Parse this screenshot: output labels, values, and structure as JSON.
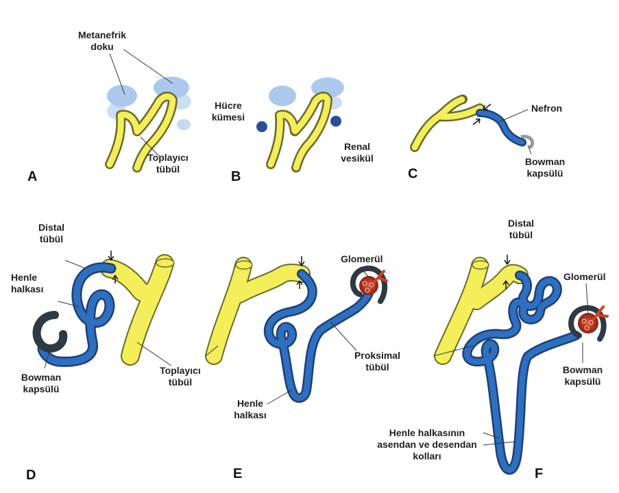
{
  "colors": {
    "tubule_yellow": "#f3ee5a",
    "tubule_outline": "#6b6a2a",
    "nephron_blue": "#2f6fbf",
    "nephron_dark": "#1c3f7a",
    "bowman_grey": "#2d3a44",
    "glomerulus_red": "#b8321f",
    "mesenchyme_blue": "#8fb7e6",
    "text": "#1e1e1e"
  },
  "panels": {
    "a": {
      "letter": "A",
      "metanefrik": [
        "Metanefrik",
        "doku"
      ],
      "toplayici": [
        "Toplayıcı",
        "tübül"
      ]
    },
    "b": {
      "letter": "B",
      "hucre": [
        "Hücre",
        "kümesi"
      ],
      "renal": [
        "Renal",
        "vesikül"
      ]
    },
    "c": {
      "letter": "C",
      "nefron": "Nefron",
      "bowman": [
        "Bowman",
        "kapsülü"
      ]
    },
    "d": {
      "letter": "D",
      "distal": [
        "Distal",
        "tübül"
      ],
      "henle": [
        "Henle",
        "halkası"
      ],
      "bowman": [
        "Bowman",
        "kapsülü"
      ],
      "toplayici": [
        "Toplayıcı",
        "tübül"
      ]
    },
    "e": {
      "letter": "E",
      "glomerul": "Glomerül",
      "proksimal": [
        "Proksimal",
        "tübül"
      ],
      "henle": [
        "Henle",
        "halkası"
      ]
    },
    "f": {
      "letter": "F",
      "distal": [
        "Distal",
        "tübül"
      ],
      "glomerul": "Glomerül",
      "bowman": [
        "Bowman",
        "kapsülü"
      ],
      "henle_kollar": [
        "Henle halkasının",
        "asendan ve desendan",
        "kolları"
      ]
    }
  }
}
